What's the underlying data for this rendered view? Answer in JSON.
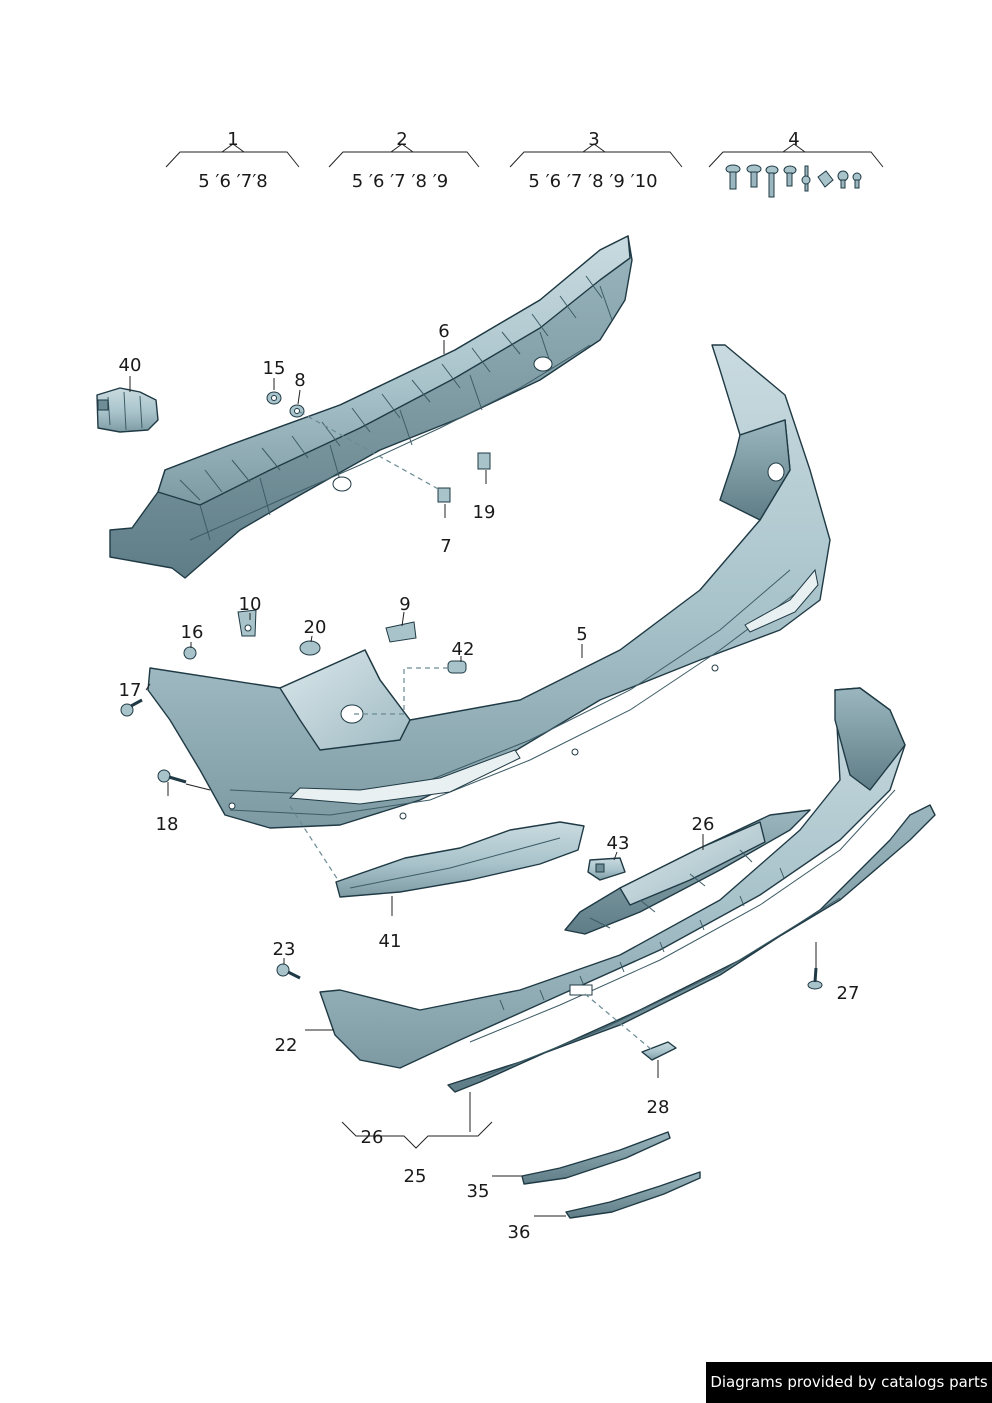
{
  "groups": [
    {
      "number": "1",
      "contents": "5 ′6 ′7′8"
    },
    {
      "number": "2",
      "contents": "5 ′6 ′7 ′8 ′9"
    },
    {
      "number": "3",
      "contents": "5 ′6 ′7 ′8 ′9 ′10"
    },
    {
      "number": "4",
      "contents": ""
    }
  ],
  "callouts": {
    "c40": "40",
    "c15": "15",
    "c8": "8",
    "c6": "6",
    "c19": "19",
    "c7": "7",
    "c10": "10",
    "c9": "9",
    "c16": "16",
    "c20": "20",
    "c42": "42",
    "c5": "5",
    "c17": "17",
    "c18": "18",
    "c41": "41",
    "c43": "43",
    "c26a": "26",
    "c23": "23",
    "c22": "22",
    "c27": "27",
    "c28": "28",
    "c26b": "26",
    "c25": "25",
    "c35": "35",
    "c36": "36"
  },
  "colors": {
    "part_fill": "#a9c3cb",
    "part_light": "#c9dbe0",
    "part_dark": "#6f8d97",
    "outline": "#1f3a44"
  },
  "footer": {
    "text": "Diagrams provided by catalogs parts"
  }
}
